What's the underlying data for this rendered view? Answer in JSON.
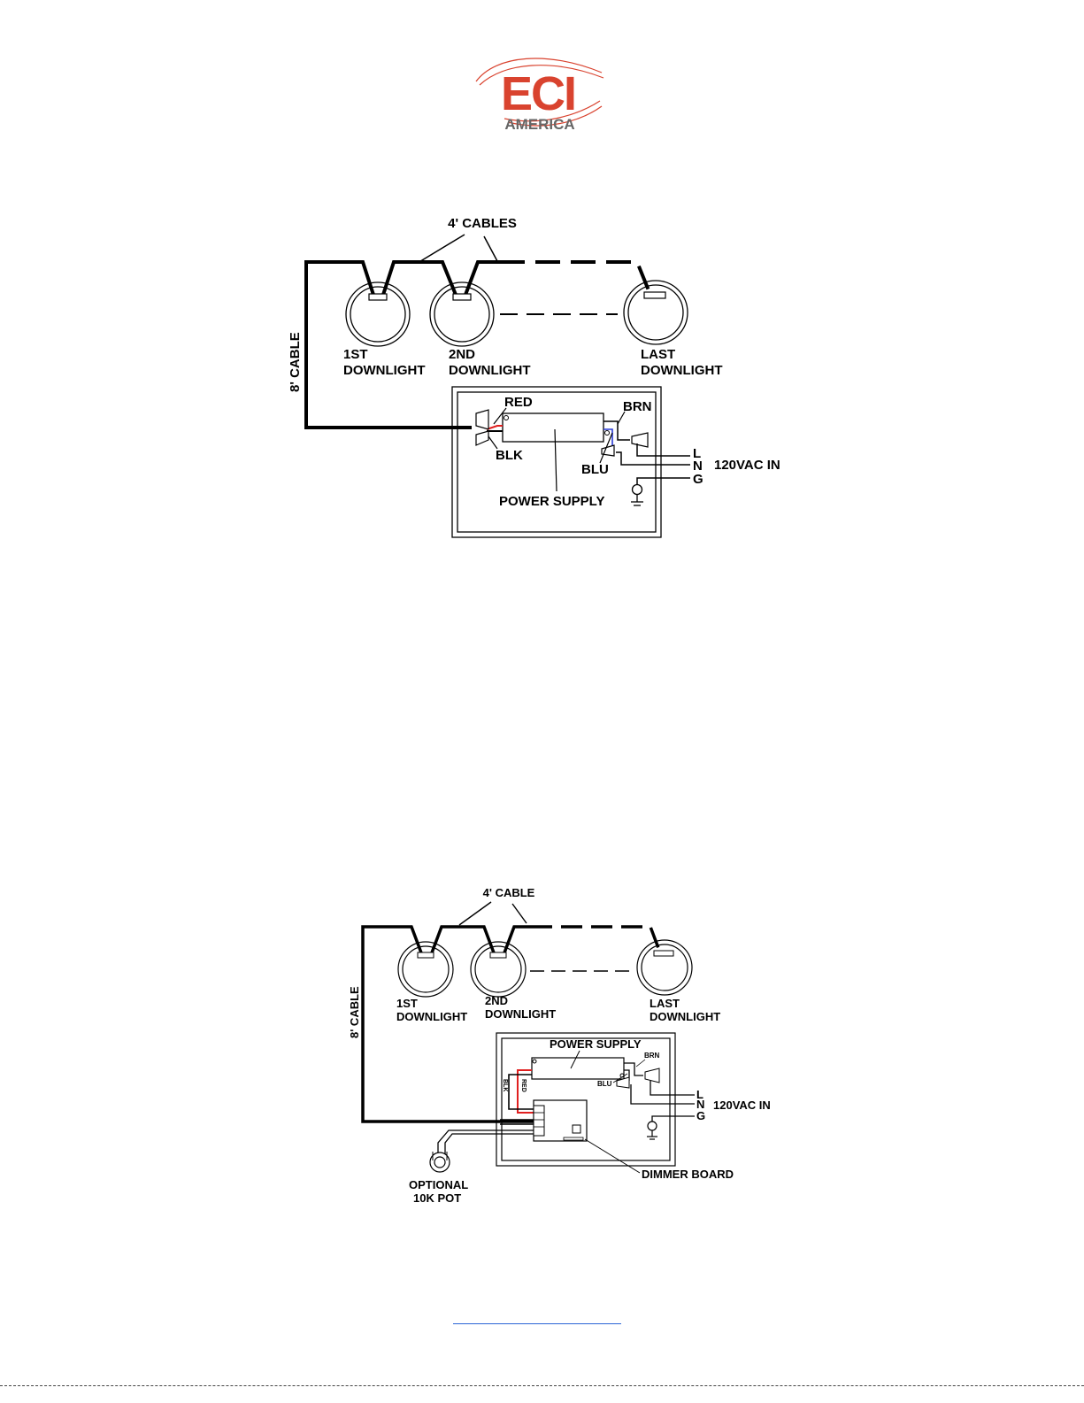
{
  "logo": {
    "brand": "ECI",
    "sub": "AMERICA",
    "brand_color": "#d9432f",
    "sub_color": "#666666"
  },
  "diagram1": {
    "cables_label": "4' CABLES",
    "main_cable_label": "8' CABLE",
    "downlights": [
      {
        "line1": "1ST",
        "line2": "DOWNLIGHT"
      },
      {
        "line1": "2ND",
        "line2": "DOWNLIGHT"
      },
      {
        "line1": "LAST",
        "line2": "DOWNLIGHT"
      }
    ],
    "wires": {
      "red": "RED",
      "blk": "BLK",
      "brn": "BRN",
      "blu": "BLU"
    },
    "power_supply": "POWER SUPPLY",
    "terminals": {
      "l": "L",
      "n": "N",
      "g": "G"
    },
    "input_label": "120VAC IN"
  },
  "diagram2": {
    "cable_label": "4' CABLE",
    "main_cable_label": "8' CABLE",
    "downlights": [
      {
        "line1": "1ST",
        "line2": "DOWNLIGHT"
      },
      {
        "line1": "2ND",
        "line2": "DOWNLIGHT"
      },
      {
        "line1": "LAST",
        "line2": "DOWNLIGHT"
      }
    ],
    "power_supply": "POWER SUPPLY",
    "wires": {
      "brn": "BRN",
      "blu": "BLU",
      "blk": "BLK",
      "red": "RED"
    },
    "terminals": {
      "l": "L",
      "n": "N",
      "g": "G"
    },
    "input_label": "120VAC IN",
    "dimmer_board": "DIMMER BOARD",
    "pot_line1": "OPTIONAL",
    "pot_line2": "10K POT"
  },
  "colors": {
    "red_wire": "#e02020",
    "blue_wire": "#2a3bd6",
    "link": "#2a64d6"
  }
}
